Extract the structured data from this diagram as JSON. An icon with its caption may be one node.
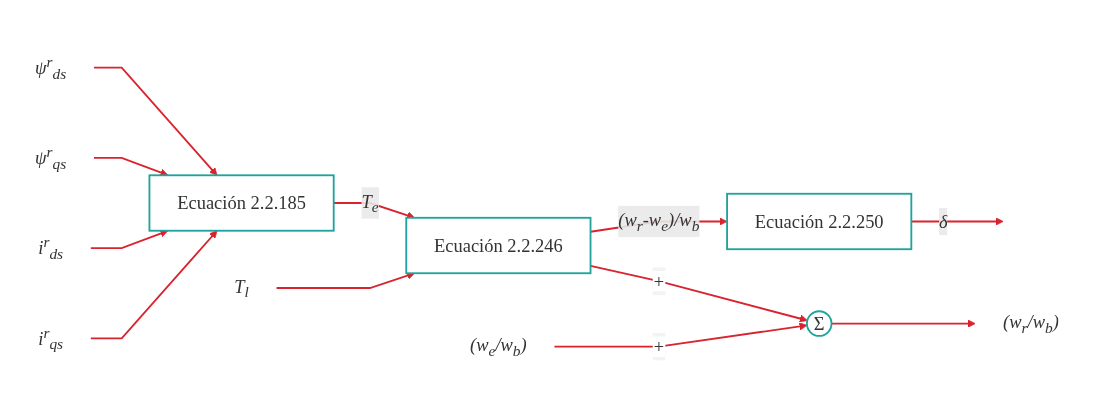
{
  "diagram": {
    "nodes": [
      {
        "text": [
          "ψ$^{r}$$_{ds}$"
        ]
      },
      {
        "text": [
          "ψ$^{r}$$_{qs}$"
        ]
      },
      {
        "text": [
          "i$^{r}$$_{ds}$"
        ]
      },
      {
        "text": [
          "i$^{r}$$_{qs}$"
        ]
      },
      {
        "text": [
          "Ecuación 2.2.185"
        ]
      },
      {
        "text": [
          "Ecuación 2.2.246"
        ]
      },
      {
        "text": [
          "T$_{l}$"
        ]
      },
      {
        "text": [
          "Ecuación 2.2.250"
        ]
      },
      {
        "text": [
          "(w$_{e}$/w$_{b}$)"
        ]
      },
      {
        "text": [
          "Σ"
        ]
      },
      {
        "text": [
          "(w$_{r}$/w$_{b}$)"
        ]
      }
    ],
    "edges": [
      {
        "from": 0,
        "to": 4,
        "arrow": "to"
      },
      {
        "from": 1,
        "to": 4,
        "arrow": "to"
      },
      {
        "from": 2,
        "to": 4,
        "arrow": "to"
      },
      {
        "from": 3,
        "to": 4,
        "arrow": "to"
      },
      {
        "from": 4,
        "to": 5,
        "arrow": "to",
        "label": "T$_{e}$"
      },
      {
        "from": 6,
        "to": 5,
        "arrow": "to"
      },
      {
        "from": 5,
        "to": 7,
        "arrow": "to",
        "label": "(w$_{r}$-w$_{e}$)/w$_{b}$"
      },
      {
        "from": 7,
        "to": null,
        "arrow": "to",
        "label": "δ"
      },
      {
        "from": 5,
        "to": 9,
        "arrow": "to",
        "label": "+"
      },
      {
        "from": 8,
        "to": 9,
        "arrow": "to",
        "label": "+"
      },
      {
        "from": 9,
        "to": 10,
        "arrow": "to"
      }
    ]
  }
}
